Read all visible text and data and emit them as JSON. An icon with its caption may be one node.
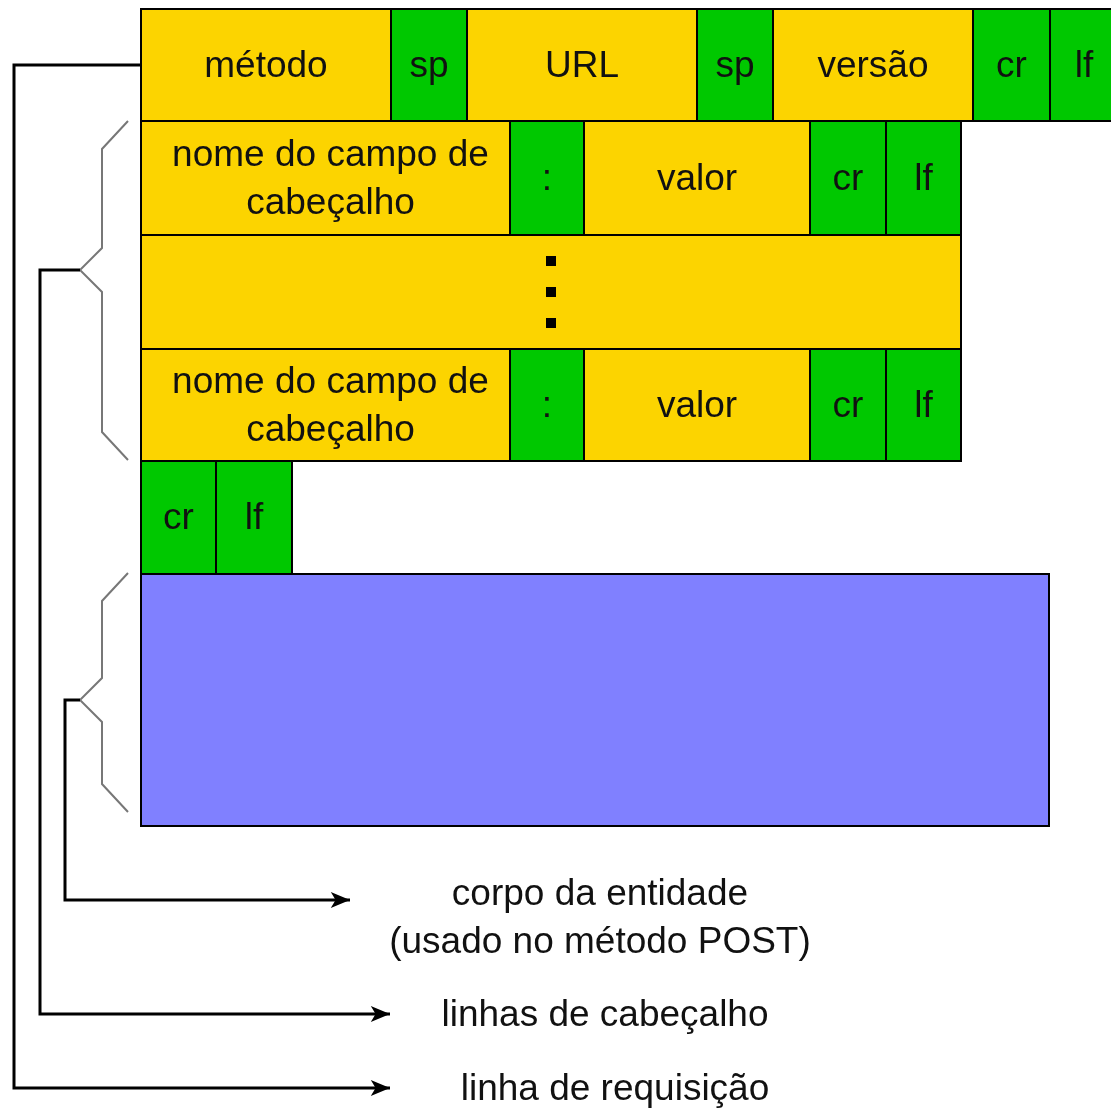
{
  "diagram": {
    "nodes": [
      {
        "text": [
          "método"
        ]
      },
      {
        "text": [
          "sp"
        ]
      },
      {
        "text": [
          "URL"
        ]
      },
      {
        "text": [
          "sp"
        ]
      },
      {
        "text": [
          "versão"
        ]
      },
      {
        "text": [
          "cr"
        ]
      },
      {
        "text": [
          "lf"
        ]
      },
      {
        "text": [
          "nome do campo de cabeçalho"
        ]
      },
      {
        "text": [
          ":"
        ]
      },
      {
        "text": [
          "valor"
        ]
      },
      {
        "text": [
          "cr"
        ]
      },
      {
        "text": [
          "lf"
        ]
      },
      {
        "text": [],
        "shape": "box"
      },
      {
        "text": [
          "nome do campo de cabeçalho"
        ]
      },
      {
        "text": [
          ":"
        ]
      },
      {
        "text": [
          "valor"
        ]
      },
      {
        "text": [
          "cr"
        ]
      },
      {
        "text": [
          "lf"
        ]
      },
      {
        "text": [
          "cr"
        ]
      },
      {
        "text": [
          "lf"
        ]
      },
      {
        "text": [],
        "shape": "box"
      },
      {
        "text": [],
        "shape": "brace"
      },
      {
        "text": [],
        "shape": "brace"
      },
      {
        "text": [
          "corpo da entidade",
          "(usado no método POST)"
        ]
      },
      {
        "text": [
          "linhas de cabeçalho"
        ]
      },
      {
        "text": [
          "linha de requisição"
        ]
      }
    ],
    "edges": [
      {
        "from": 22,
        "to": 23,
        "arrow": "to"
      },
      {
        "from": 21,
        "to": 24,
        "arrow": "to"
      },
      {
        "from": 0,
        "to": 25,
        "arrow": "to"
      }
    ]
  }
}
